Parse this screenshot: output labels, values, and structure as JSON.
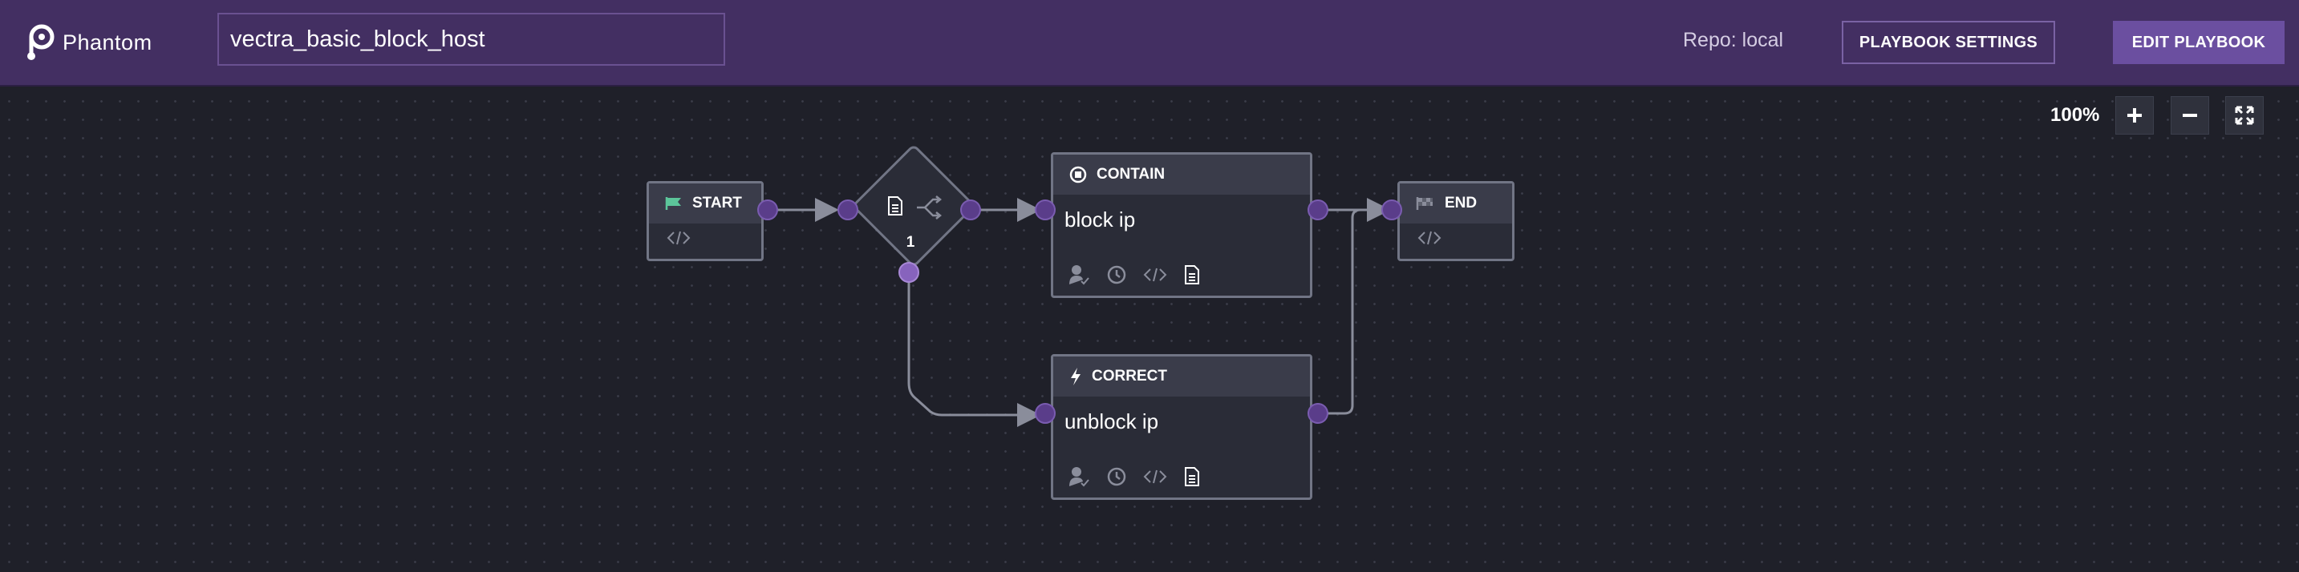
{
  "app": {
    "name": "Phantom"
  },
  "playbook": {
    "name": "vectra_basic_block_host"
  },
  "header": {
    "repo": "Repo: local",
    "settings_label": "PLAYBOOK SETTINGS",
    "edit_label": "EDIT PLAYBOOK"
  },
  "zoom": {
    "level": "100%"
  },
  "nodes": {
    "start": {
      "label": "START"
    },
    "end": {
      "label": "END"
    },
    "decision": {
      "count": "1"
    },
    "contain": {
      "type": "CONTAIN",
      "title": "block ip"
    },
    "correct": {
      "type": "CORRECT",
      "title": "unblock ip"
    }
  },
  "colors": {
    "header_bg": "#432f62",
    "canvas_bg": "#1f2029",
    "accent": "#6b4fa0",
    "port": "#5a3d8a",
    "start_flag": "#5cc59a"
  }
}
